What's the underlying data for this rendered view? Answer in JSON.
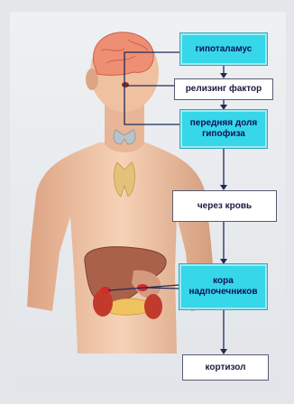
{
  "diagram": {
    "steps": [
      {
        "id": "hypothalamus",
        "label": "гипоталамус"
      },
      {
        "id": "releasing-factor",
        "label": "релизинг фактор"
      },
      {
        "id": "anterior-pituitary",
        "label": "передняя доля гипофиза"
      },
      {
        "id": "through-blood",
        "label": "через кровь"
      },
      {
        "id": "adrenal-cortex",
        "label": "кора надпочечников"
      },
      {
        "id": "cortisol",
        "label": "кортизол"
      }
    ]
  },
  "colors": {
    "highlight_box": "#36d7e8",
    "plain_box": "#ffffff",
    "connector": "#1e2a5c",
    "skin": "#f0c4a4"
  }
}
